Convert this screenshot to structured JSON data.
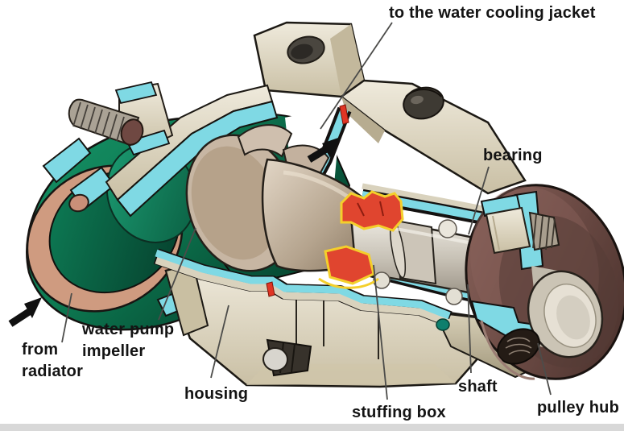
{
  "diagram": {
    "labels": {
      "cooling_jacket": "to the water cooling jacket",
      "bearing": "bearing",
      "from_radiator": [
        "from",
        "radiator"
      ],
      "water_pump_impeller": [
        "water pump",
        "impeller"
      ],
      "housing": "housing",
      "stuffing_box": "stuffing box",
      "shaft": "shaft",
      "pulley_hub": "pulley hub"
    },
    "colors": {
      "section_cut_cyan": "#7fd9e4",
      "coolant_green": "#0d7a52",
      "housing_cream": "#d9d2bd",
      "pulley_hub_brown": "#6b4a44",
      "seal_red": "#e0452f",
      "seal_yellow": "#f4cf2b",
      "pipe_rim_pink": "#cf9b80",
      "arrow_black": "#101010"
    }
  }
}
